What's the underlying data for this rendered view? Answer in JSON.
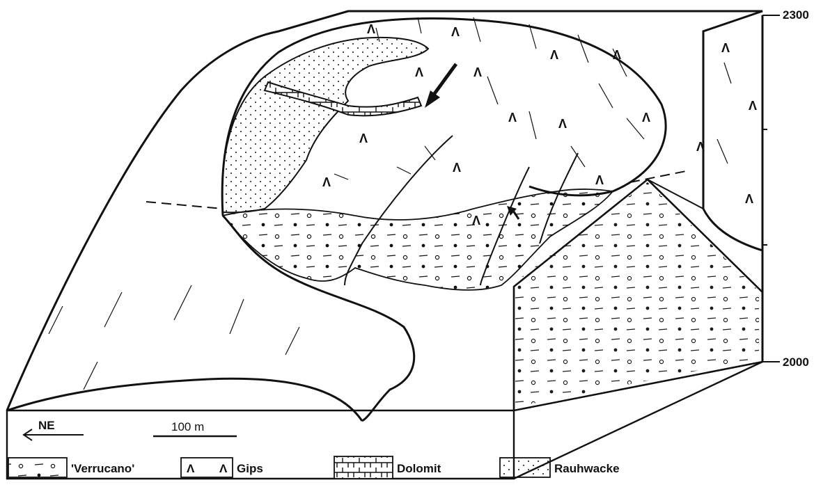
{
  "elevation_ticks": {
    "top": "2300",
    "bottom": "2000"
  },
  "direction_label": "NE",
  "scale_bar_label": "100 m",
  "legend": [
    {
      "key": "verrucano",
      "label": "'Verrucano'"
    },
    {
      "key": "gips",
      "label": "Gips"
    },
    {
      "key": "dolomit",
      "label": "Dolomit"
    },
    {
      "key": "rauhwacke",
      "label": "Rauhwacke"
    }
  ],
  "symbols": {
    "gips_mark": "Λ"
  }
}
